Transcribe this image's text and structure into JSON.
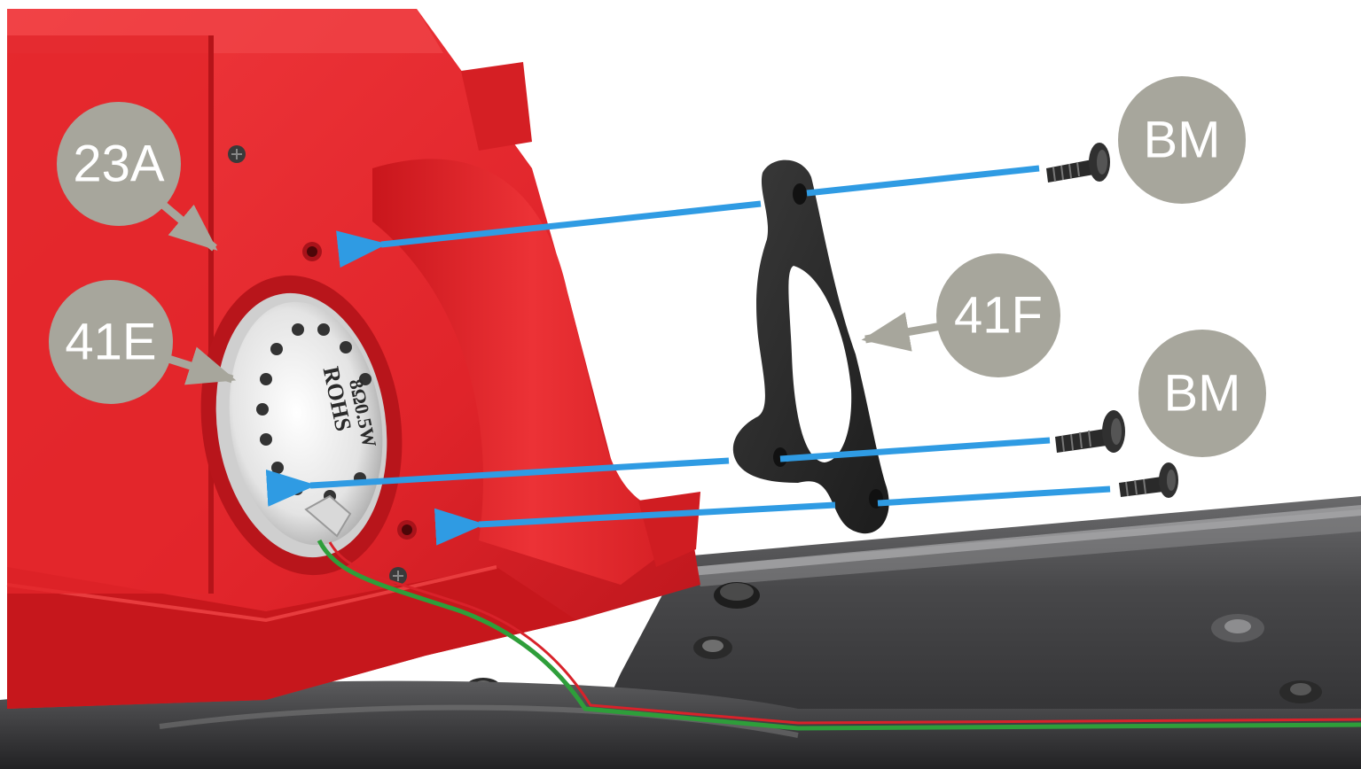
{
  "labels": {
    "housing": "23A",
    "speaker": "41E",
    "bracket": "41F",
    "screw_top": "BM",
    "screw_bottom": "BM"
  },
  "speaker_print": {
    "line1": "ROHS",
    "line2": "8Ω0.5W"
  },
  "colors": {
    "housing_red": "#e8262b",
    "arrow_blue": "#2f9be3",
    "label_grey": "#a7a69c",
    "bracket_dark": "#2b2b2b",
    "floor_grey": "#3d3d3f",
    "wire_green": "#2e9e3a",
    "wire_red": "#d8222a"
  }
}
